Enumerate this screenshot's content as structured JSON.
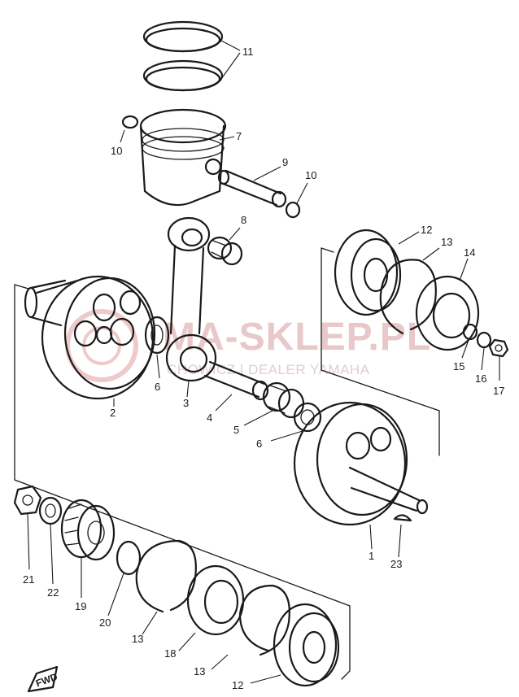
{
  "watermark": {
    "main": "MA-SKLEP.PL",
    "sub": "CHOWICZ | DEALER YAMAHA"
  },
  "fwd_label": "FWD",
  "callouts": {
    "c1": "1",
    "c2": "2",
    "c3": "3",
    "c4": "4",
    "c5": "5",
    "c6a": "6",
    "c6b": "6",
    "c7": "7",
    "c8": "8",
    "c9": "9",
    "c10a": "10",
    "c10b": "10",
    "c11": "11",
    "c12a": "12",
    "c12b": "12",
    "c13a": "13",
    "c13b": "13",
    "c13c": "13",
    "c14": "14",
    "c15": "15",
    "c16": "16",
    "c17": "17",
    "c18": "18",
    "c19": "19",
    "c20": "20",
    "c21": "21",
    "c22": "22",
    "c23": "23"
  },
  "icons": {
    "watermark_logo": "watermark-logo-icon",
    "forward_arrow": "forward-arrow-icon"
  },
  "colors": {
    "line": "#1a1a1a",
    "watermark": "#e8c8c8"
  }
}
